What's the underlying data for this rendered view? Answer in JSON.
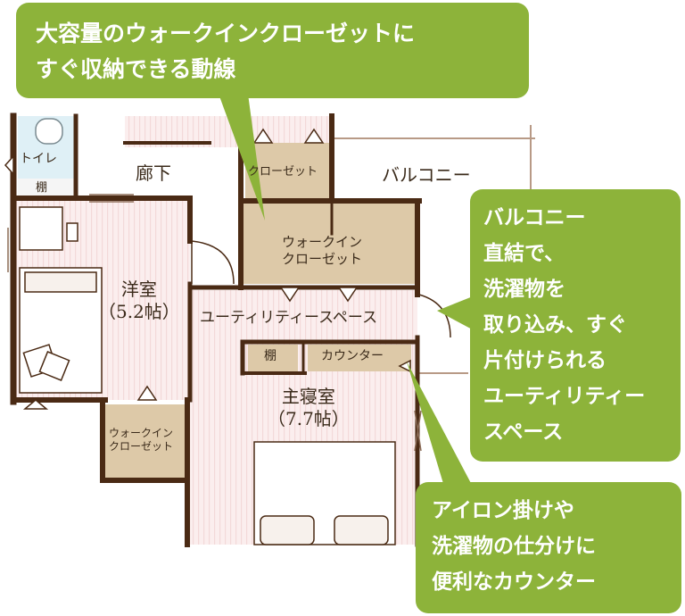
{
  "colors": {
    "callout_green": "#8db33a",
    "wall": "#4a2a14",
    "floor_pink": "#fbeeee",
    "closet_tan": "#ddc9a8",
    "toilet_blue": "#dff0f6",
    "text_dark": "#3a2a1a"
  },
  "callouts": {
    "walkin": {
      "lines": [
        "大容量のウォークインクローゼットに",
        "すぐ収納できる動線"
      ]
    },
    "balcony": {
      "lines": [
        "バルコニー",
        "直結で、",
        "洗濯物を",
        "取り込み、すぐ",
        "片付けられる",
        "ユーティリティー",
        "スペース"
      ]
    },
    "counter": {
      "lines": [
        "アイロン掛けや",
        "洗濯物の仕分けに",
        "便利なカウンター"
      ]
    }
  },
  "rooms": {
    "toilet": "トイレ",
    "shelf_small": "棚",
    "hallway": "廊下",
    "closet_top": "クローゼット",
    "balcony": "バルコニー",
    "walkin_main": {
      "line1": "ウォークイン",
      "line2": "クローゼット"
    },
    "western_room": {
      "name": "洋室",
      "size": "（5.2帖）"
    },
    "utility": "ユーティリティースペース",
    "shelf_utility": "棚",
    "counter": "カウンター",
    "master_bedroom": {
      "name": "主寝室",
      "size": "（7.7帖）"
    },
    "walkin_small": {
      "line1": "ウォークイン",
      "line2": "クローゼット"
    }
  }
}
